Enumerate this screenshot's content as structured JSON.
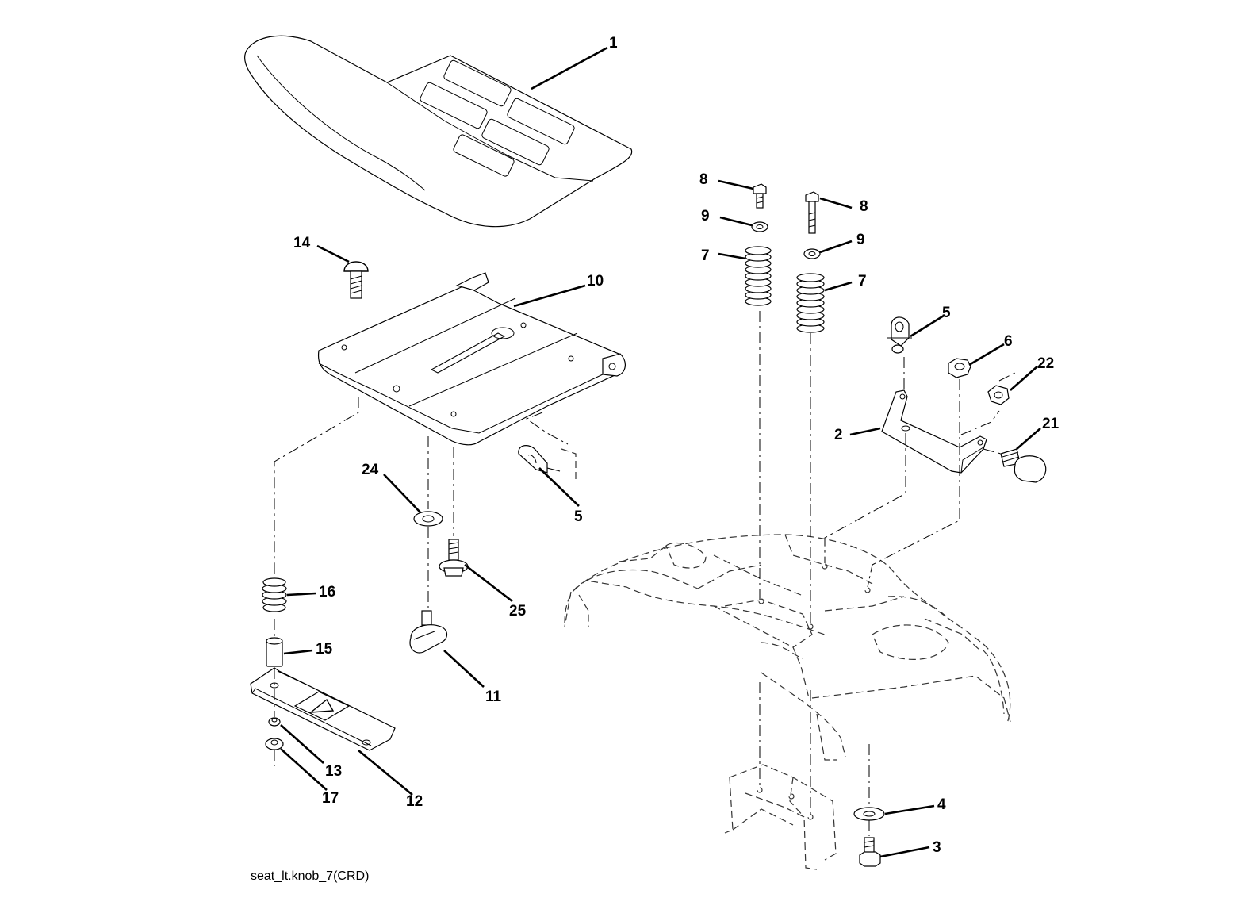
{
  "diagram": {
    "caption": "seat_lt.knob_7(CRD)",
    "callouts": [
      {
        "id": "c1",
        "label": "1"
      },
      {
        "id": "c14",
        "label": "14"
      },
      {
        "id": "c10",
        "label": "10"
      },
      {
        "id": "c24",
        "label": "24"
      },
      {
        "id": "c5a",
        "label": "5"
      },
      {
        "id": "c25",
        "label": "25"
      },
      {
        "id": "c16",
        "label": "16"
      },
      {
        "id": "c15",
        "label": "15"
      },
      {
        "id": "c11",
        "label": "11"
      },
      {
        "id": "c13",
        "label": "13"
      },
      {
        "id": "c17",
        "label": "17"
      },
      {
        "id": "c12",
        "label": "12"
      },
      {
        "id": "c8a",
        "label": "8"
      },
      {
        "id": "c9a",
        "label": "9"
      },
      {
        "id": "c7a",
        "label": "7"
      },
      {
        "id": "c8b",
        "label": "8"
      },
      {
        "id": "c9b",
        "label": "9"
      },
      {
        "id": "c7b",
        "label": "7"
      },
      {
        "id": "c5b",
        "label": "5"
      },
      {
        "id": "c6",
        "label": "6"
      },
      {
        "id": "c22",
        "label": "22"
      },
      {
        "id": "c2",
        "label": "2"
      },
      {
        "id": "c21",
        "label": "21"
      },
      {
        "id": "c4",
        "label": "4"
      },
      {
        "id": "c3",
        "label": "3"
      }
    ]
  }
}
